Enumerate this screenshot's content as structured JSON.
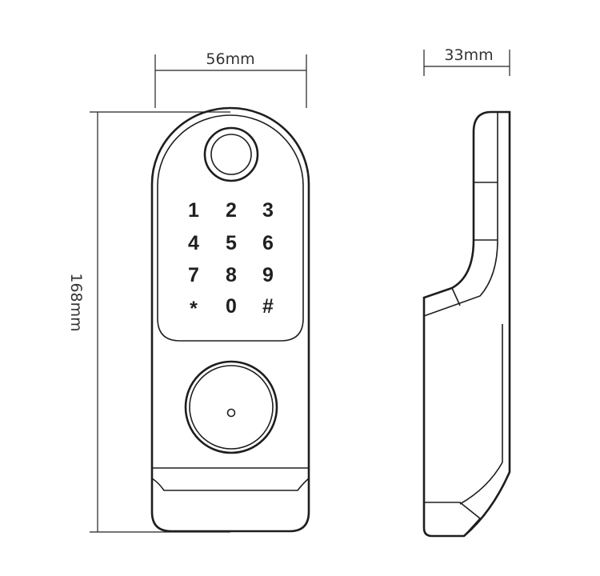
{
  "dimensions": {
    "front_width": "56mm",
    "side_depth": "33mm",
    "height": "168mm"
  },
  "keypad": {
    "keys": [
      "1",
      "2",
      "3",
      "4",
      "5",
      "6",
      "7",
      "8",
      "9",
      "*",
      "0",
      "#"
    ]
  },
  "colors": {
    "line": "#222222",
    "text": "#333333",
    "background": "#ffffff"
  }
}
